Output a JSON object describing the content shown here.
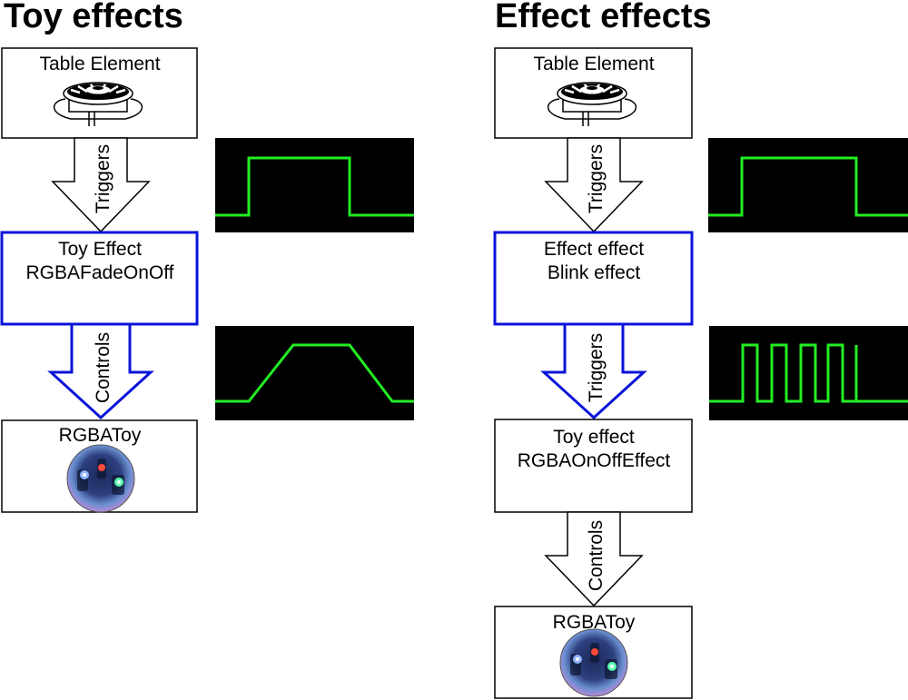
{
  "left": {
    "title": "Toy effects",
    "table_element": "Table Element",
    "triggers_arrow": "Triggers",
    "toy_effect": {
      "line1": "Toy Effect",
      "line2": "RGBAFadeOnOff"
    },
    "controls_arrow": "Controls",
    "rgba_toy": "RGBAToy"
  },
  "right": {
    "title": "Effect effects",
    "table_element": "Table Element",
    "triggers_arrow_1": "Triggers",
    "effect_effect": {
      "line1": "Effect effect",
      "line2": "Blink effect"
    },
    "triggers_arrow_2": "Triggers",
    "toy_effect": {
      "line1": "Toy effect",
      "line2": "RGBAOnOffEffect"
    },
    "controls_arrow": "Controls",
    "rgba_toy": "RGBAToy"
  },
  "signals": {
    "trigger_pulse": "single-on-off-pulse",
    "fade_on_off": "fade-in-hold-fade-out",
    "blink": "repeating-blink-pulses"
  },
  "colors": {
    "highlight_border": "#0a14d8",
    "signal_line": "#22ee22",
    "signal_background": "#000000",
    "box_border": "#000000"
  },
  "icons": {
    "table_element": "pop-bumper-icon",
    "rgba_toy": "rgb-led-icon"
  }
}
